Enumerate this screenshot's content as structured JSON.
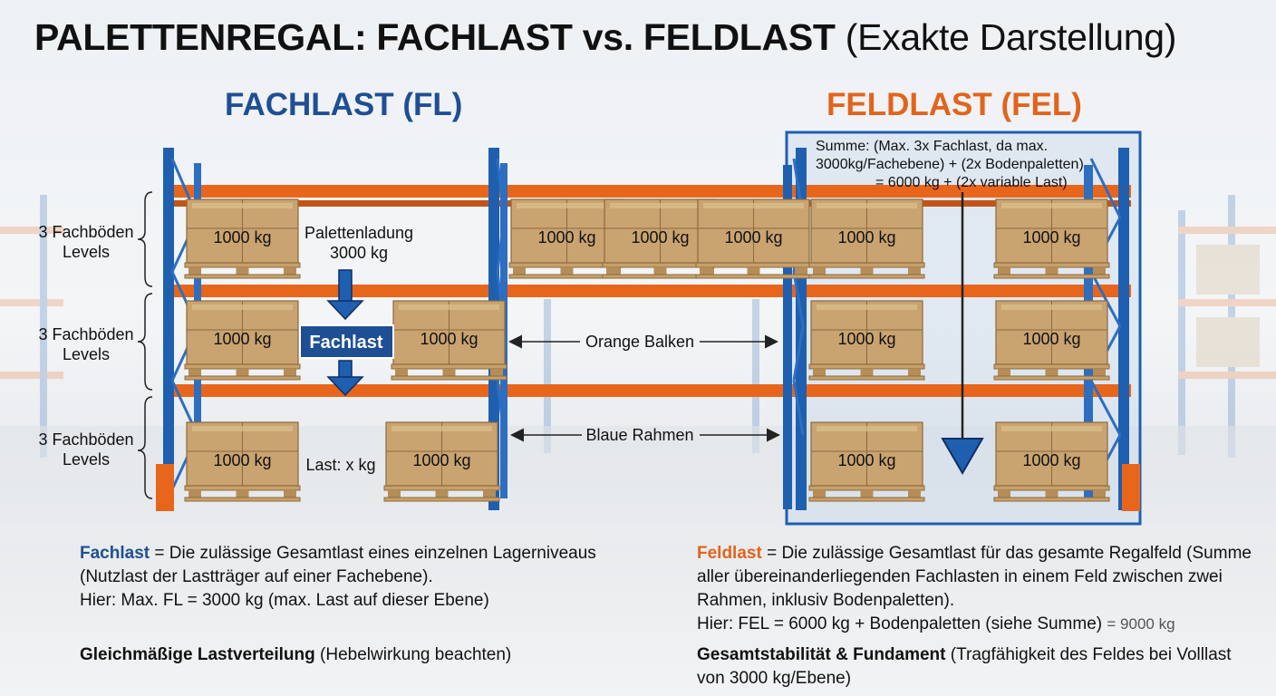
{
  "title": {
    "main": "PALETTENREGAL: FACHLAST vs. FELDLAST",
    "sub": "(Exakte Darstellung)"
  },
  "sections": {
    "fachlast_heading": "FACHLAST (FL)",
    "feldlast_heading": "FELDLAST (FEL)"
  },
  "colors": {
    "frame_blue": "#1f5fb0",
    "beam_orange": "#e8661c",
    "heading_blue": "#1f4f93",
    "heading_orange": "#e2641c",
    "box": "#c9a370",
    "pallet": "#c8a06a"
  },
  "level_labels": [
    "3 Fachböden\nLevels",
    "3 Fachböden\nLevels",
    "3 Fachböden\nLevels"
  ],
  "annotations": {
    "pallet_load": "Palettenladung\n3000 kg",
    "fachlast_badge": "Fachlast",
    "load_x": "Last: x kg",
    "orange_beam": "Orange Balken",
    "blue_frame": "Blaue Rahmen",
    "sum_formula": "Summe: (Max. 3x Fachlast, da max.\n3000kg/Fachebene) + (2x Bodenpaletten)\n= 6000 kg + (2x variable Last)"
  },
  "pallet_weight": "1000 kg",
  "definitions": {
    "fachlast": {
      "term": "Fachlast",
      "text": " = Die zulässige Gesamtlast eines einzelnen Lagerniveaus (Nutzlast der Lastträger auf einer Fachebene).",
      "line3": "Hier: Max. FL = 3000 kg (max. Last auf dieser Ebene)"
    },
    "feldlast": {
      "term": "Feldlast",
      "text": " = Die zulässige Gesamtlast für das gesamte Regalfeld (Summe aller übereinanderliegenden Fachlasten in einem Feld zwischen zwei Rahmen, inklusiv Bodenpaletten).",
      "line3": "Hier: FEL = 6000 kg + Bodenpaletten (siehe Summe)",
      "total": "= 9000 kg"
    }
  },
  "notes": {
    "fachlast_bold": "Gleichmäßige Lastverteilung",
    "fachlast_rest": " (Hebelwirkung beachten)",
    "feldlast_bold": "Gesamtstabilität & Fundament",
    "feldlast_rest": " (Tragfähigkeit des Feldes bei Volllast von 3000 kg/Ebene)"
  }
}
